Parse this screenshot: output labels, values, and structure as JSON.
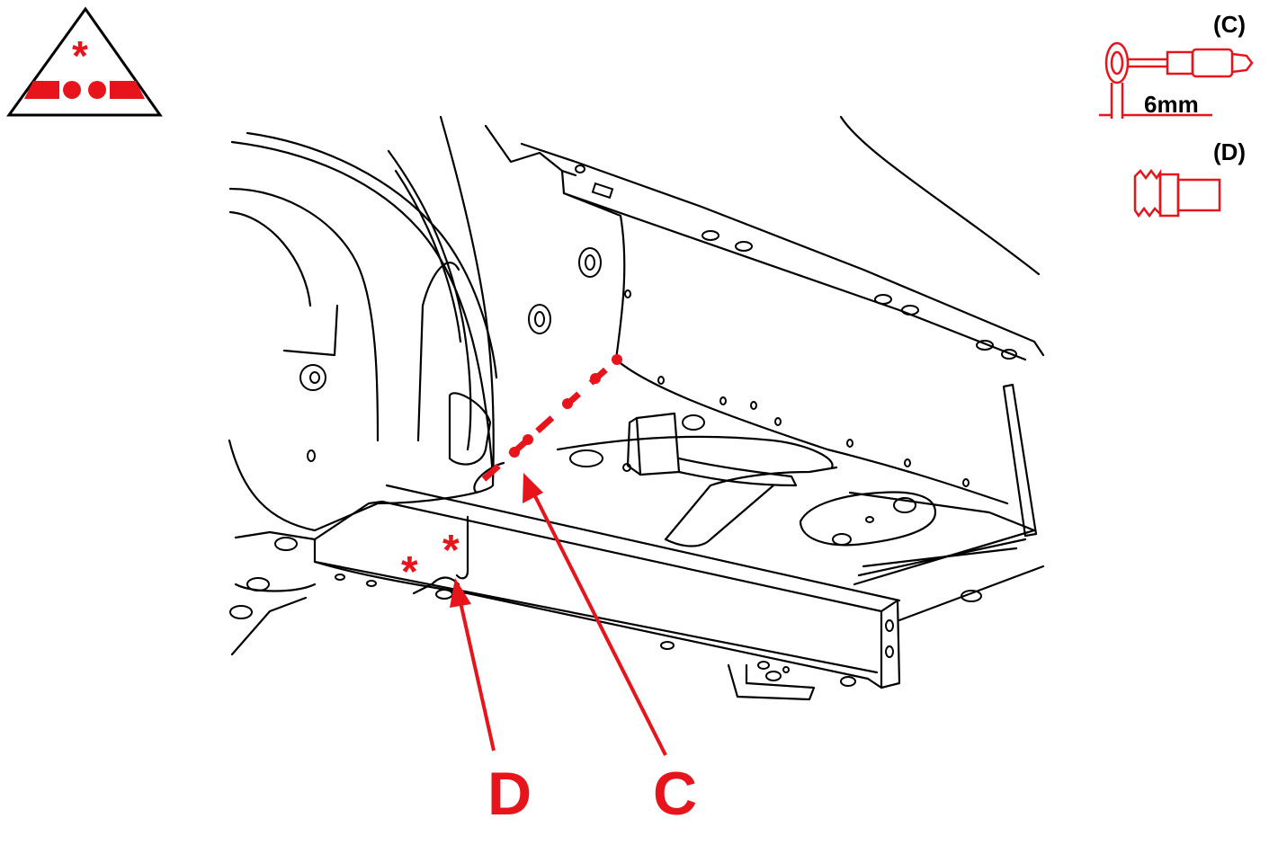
{
  "symbol": {
    "name": "weld-symbol-triangle",
    "mark": "*"
  },
  "legend": [
    {
      "key": "C",
      "label": "(C)",
      "tool": "spot-weld-drill-icon",
      "dimension": "6mm"
    },
    {
      "key": "D",
      "label": "(D)",
      "tool": "hole-saw-icon"
    }
  ],
  "callouts": [
    {
      "key": "D",
      "text": "D"
    },
    {
      "key": "C",
      "text": "C"
    }
  ],
  "asterisks": [
    "*",
    "*"
  ],
  "colors": {
    "accent": "#e8141c",
    "line": "#000000",
    "background": "#ffffff"
  }
}
